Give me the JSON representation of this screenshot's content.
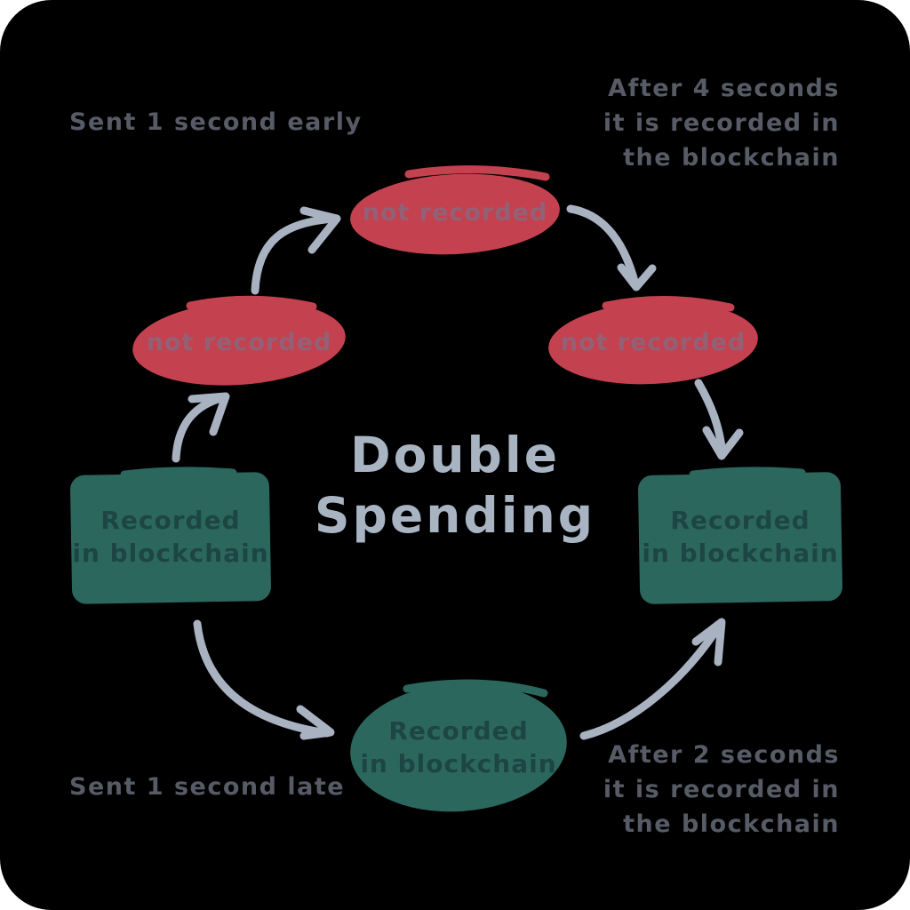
{
  "title": {
    "line1": "Double",
    "line2": "Spending"
  },
  "annotations": {
    "top_left": "Sent 1 second early",
    "bottom_left": "Sent 1 second late",
    "top_right": {
      "line1": "After 4 seconds",
      "line2": "it is recorded in",
      "line3": "the blockchain"
    },
    "bottom_right": {
      "line1": "After 2 seconds",
      "line2": "it is recorded in",
      "line3": "the blockchain"
    }
  },
  "nodes": {
    "top": {
      "label": "not recorded",
      "shape": "ellipse",
      "status": "not-recorded"
    },
    "left": {
      "label": "not recorded",
      "shape": "ellipse",
      "status": "not-recorded"
    },
    "right": {
      "label": "not recorded",
      "shape": "ellipse",
      "status": "not-recorded"
    },
    "left_block": {
      "line1": "Recorded",
      "line2": "in blockchain",
      "shape": "rectangle",
      "status": "recorded"
    },
    "right_block": {
      "line1": "Recorded",
      "line2": "in blockchain",
      "shape": "rectangle",
      "status": "recorded"
    },
    "bottom": {
      "line1": "Recorded",
      "line2": "in blockchain",
      "shape": "ellipse",
      "status": "recorded"
    }
  },
  "colors": {
    "background": "#000000",
    "page": "#ffffff",
    "not_recorded_red": "#c4414f",
    "recorded_green": "#2c675e",
    "arrow": "#a9b2c1",
    "title_text": "#a9b4c3",
    "annotation_text": "#565b66"
  }
}
